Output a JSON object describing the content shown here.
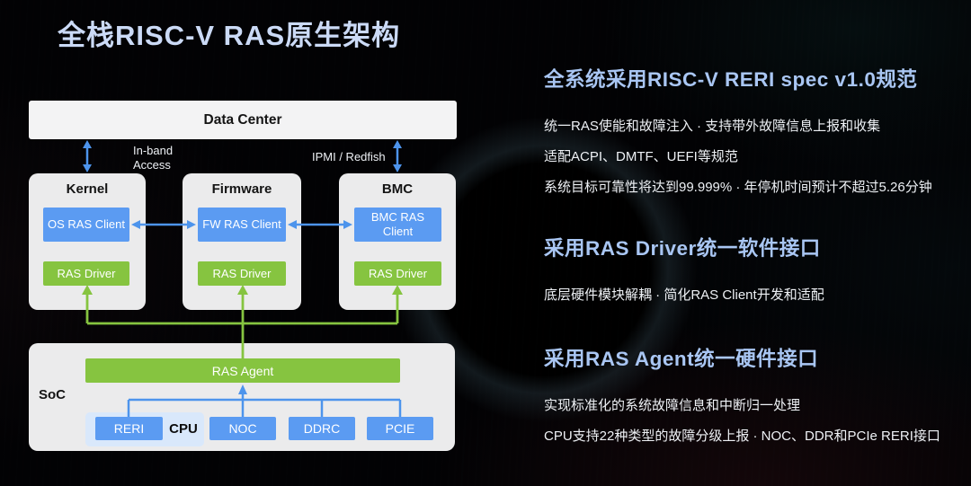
{
  "title": "全栈RISC-V RAS原生架构",
  "diagram": {
    "data_center": "Data Center",
    "inband_label": "In-band Access",
    "ipmi_label": "IPMI / Redfish",
    "columns": [
      {
        "title": "Kernel",
        "client": "OS RAS Client",
        "driver": "RAS Driver"
      },
      {
        "title": "Firmware",
        "client": "FW RAS Client",
        "driver": "RAS Driver"
      },
      {
        "title": "BMC",
        "client": "BMC RAS Client",
        "driver": "RAS Driver"
      }
    ],
    "soc": {
      "label": "SoC",
      "agent": "RAS Agent",
      "reri": "RERI",
      "cpu": "CPU",
      "blocks": [
        "NOC",
        "DDRC",
        "PCIE"
      ]
    }
  },
  "sections": [
    {
      "heading": "全系统采用RISC-V RERI spec v1.0规范",
      "bullets": [
        "统一RAS使能和故障注入 · 支持带外故障信息上报和收集",
        "适配ACPI、DMTF、UEFI等规范",
        "系统目标可靠性将达到99.999% · 年停机时间预计不超过5.26分钟"
      ]
    },
    {
      "heading": "采用RAS Driver统一软件接口",
      "bullets": [
        "底层硬件模块解耦 · 简化RAS Client开发和适配"
      ]
    },
    {
      "heading": "采用RAS Agent统一硬件接口",
      "bullets": [
        "实现标准化的系统故障信息和中断归一处理",
        "CPU支持22种类型的故障分级上报 · NOC、DDR和PCIe RERI接口"
      ]
    }
  ],
  "colors": {
    "accent_blue_box": "#5b9bf2",
    "accent_green": "#86c440",
    "heading_blue": "#a9c6f3",
    "title_blue": "#cbdaf6",
    "panel_gray": "#ebebec",
    "panel_white": "#f3f3f4",
    "cpu_container_blue": "#d9e8fb",
    "arrow_blue": "#4d94ec",
    "text_white": "#eef1f5"
  }
}
